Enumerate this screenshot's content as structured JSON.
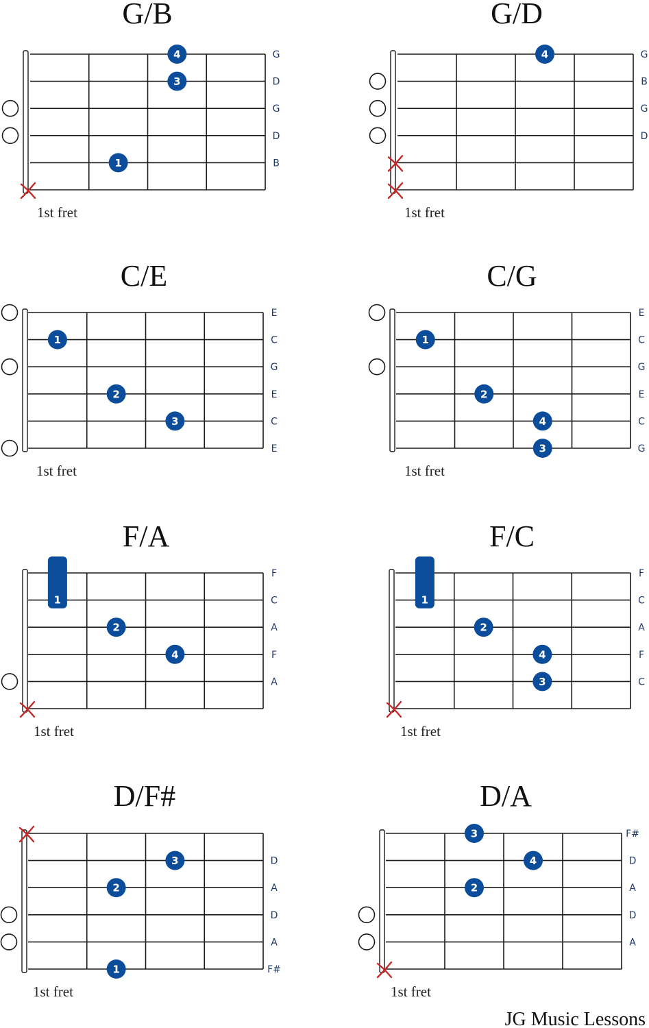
{
  "colors": {
    "finger": "#0b4c9b",
    "mute": "#c62828",
    "grid": "#1a1a1a",
    "nut": "#ffffff"
  },
  "fret_label": "1st fret",
  "credit": "JG Music Lessons",
  "chords": [
    {
      "name": "G/B",
      "strings": [
        "G",
        "D",
        "G",
        "D",
        "B",
        ""
      ],
      "fingers": [
        {
          "s": 1,
          "f": 3,
          "n": "4"
        },
        {
          "s": 2,
          "f": 3,
          "n": "3"
        },
        {
          "s": 5,
          "f": 2,
          "n": "1"
        }
      ],
      "open": [
        3,
        4
      ],
      "muted": [
        6
      ]
    },
    {
      "name": "G/D",
      "strings": [
        "G",
        "B",
        "G",
        "D",
        "",
        ""
      ],
      "fingers": [
        {
          "s": 1,
          "f": 3,
          "n": "4"
        }
      ],
      "open": [
        2,
        3,
        4
      ],
      "muted": [
        5,
        6
      ]
    },
    {
      "name": "C/E",
      "strings": [
        "E",
        "C",
        "G",
        "E",
        "C",
        "E"
      ],
      "fingers": [
        {
          "s": 2,
          "f": 1,
          "n": "1"
        },
        {
          "s": 4,
          "f": 2,
          "n": "2"
        },
        {
          "s": 5,
          "f": 3,
          "n": "3"
        }
      ],
      "open": [
        1,
        3,
        6
      ],
      "muted": []
    },
    {
      "name": "C/G",
      "strings": [
        "E",
        "C",
        "G",
        "E",
        "C",
        "G"
      ],
      "fingers": [
        {
          "s": 2,
          "f": 1,
          "n": "1"
        },
        {
          "s": 4,
          "f": 2,
          "n": "2"
        },
        {
          "s": 5,
          "f": 3,
          "n": "4"
        },
        {
          "s": 6,
          "f": 3,
          "n": "3"
        }
      ],
      "open": [
        1,
        3
      ],
      "muted": []
    },
    {
      "name": "F/A",
      "strings": [
        "F",
        "C",
        "A",
        "F",
        "A",
        ""
      ],
      "fingers": [
        {
          "s": 4,
          "f": 3,
          "n": "4"
        },
        {
          "s": 3,
          "f": 2,
          "n": "2"
        }
      ],
      "barre": {
        "f": 1,
        "from": 1,
        "to": 2,
        "n": "1"
      },
      "open": [
        5
      ],
      "muted": [
        6
      ]
    },
    {
      "name": "F/C",
      "strings": [
        "F",
        "C",
        "A",
        "F",
        "C",
        ""
      ],
      "fingers": [
        {
          "s": 3,
          "f": 2,
          "n": "2"
        },
        {
          "s": 4,
          "f": 3,
          "n": "4"
        },
        {
          "s": 5,
          "f": 3,
          "n": "3"
        }
      ],
      "barre": {
        "f": 1,
        "from": 1,
        "to": 2,
        "n": "1"
      },
      "open": [],
      "muted": [
        6
      ]
    },
    {
      "name": "D/F#",
      "strings": [
        "",
        "D",
        "A",
        "D",
        "A",
        "F#"
      ],
      "fingers": [
        {
          "s": 2,
          "f": 3,
          "n": "3"
        },
        {
          "s": 3,
          "f": 2,
          "n": "2"
        },
        {
          "s": 6,
          "f": 2,
          "n": "1"
        }
      ],
      "open": [
        4,
        5
      ],
      "muted": [
        1
      ]
    },
    {
      "name": "D/A",
      "strings": [
        "F#",
        "D",
        "A",
        "D",
        "A",
        ""
      ],
      "fingers": [
        {
          "s": 1,
          "f": 2,
          "n": "3"
        },
        {
          "s": 2,
          "f": 3,
          "n": "4"
        },
        {
          "s": 3,
          "f": 2,
          "n": "2"
        }
      ],
      "open": [
        4,
        5
      ],
      "muted": [
        6
      ]
    }
  ]
}
